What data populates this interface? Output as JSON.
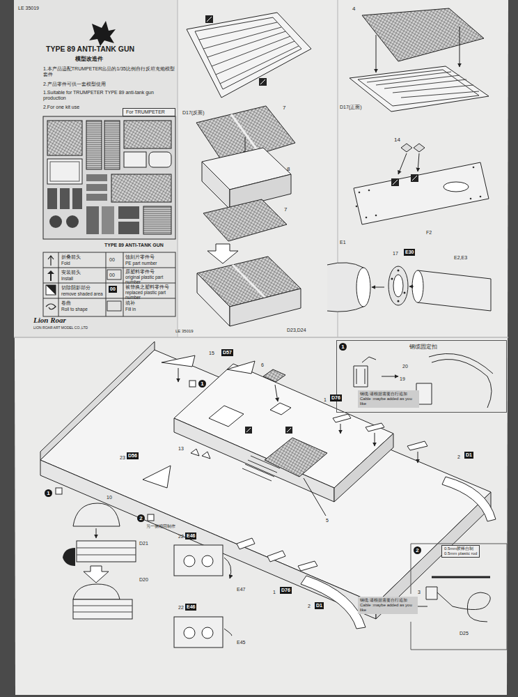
{
  "diagram": {
    "nodes": [
      {
        "text": [
          "For TRUMPETER"
        ]
      },
      {
        "text": [
          "00"
        ]
      },
      {
        "text": [
          "E30"
        ]
      },
      {
        "text": [
          "钢缆固定扣"
        ]
      },
      {
        "text": [
          "1"
        ],
        "in": 3
      },
      {
        "text": [
          "钢缆:请根据需要自行追加",
          "Cable :maybe added as you like"
        ],
        "in": 3
      },
      {
        "text": [
          "D57"
        ]
      },
      {
        "text": [
          "1"
        ]
      },
      {
        "text": [
          "D76"
        ]
      },
      {
        "text": [
          "D1"
        ]
      },
      {
        "text": [
          "D56"
        ]
      },
      {
        "text": [
          "1"
        ]
      },
      {
        "text": [
          "2"
        ]
      },
      {
        "text": [
          "E46"
        ]
      },
      {
        "text": [
          "D76"
        ]
      },
      {
        "text": [
          "D1"
        ]
      },
      {
        "text": [
          "E46"
        ]
      },
      {
        "text": [
          "2"
        ]
      },
      {
        "text": [
          "0.5mm胶棒自制",
          "0.5mm plastic rod"
        ]
      },
      {
        "text": [
          "钢缆:请根据需要自行追加",
          "Cable :maybe added as you like"
        ]
      }
    ],
    "labels": [
      "LE 35019",
      "TYPE 89 ANTI-TANK GUN",
      "模型改造件",
      "1.本产品适配TRUMPETER出品的1/35比例自行反坦克炮模型套件",
      "2.产品零件可供一套模型使用",
      "1.Suitable for TRUMPETER TYPE 89 anti-tank gun production",
      "2.For one kit use",
      "TYPE 89 ANTI-TANK GUN",
      "折叠箭头",
      "00",
      "蚀刻片零件号",
      "安装箭头",
      "00",
      "原塑料零件号",
      "切除阴影部分",
      "被替换之塑料零件号",
      "卷曲",
      "填补",
      "Lion Roar",
      "LION ROAR ART MODEL CO.,LTD",
      "LE 35019",
      "D17(反面)",
      "7",
      "8",
      "7",
      "D23,D24",
      "4",
      "D17(正面)",
      "14",
      "F2",
      "E1",
      "17",
      "E2,E3",
      "20",
      "19",
      "15",
      "6",
      "1",
      "13",
      "5",
      "2",
      "23",
      "10",
      "另一侧相同制作",
      "22",
      "D21",
      "D20",
      "E47",
      "1",
      "2",
      "22",
      "E45",
      "3",
      "D25"
    ],
    "legend": [
      {
        "text": "Fold"
      },
      {
        "text": "PE part number"
      },
      {
        "text": "Install"
      },
      {
        "text": "original plastic part number"
      },
      {
        "text": "remove shaded area"
      },
      {
        "text": "replaced plastic part number"
      },
      {
        "text": "Roll to shape"
      },
      {
        "text": "Fill in"
      }
    ]
  }
}
